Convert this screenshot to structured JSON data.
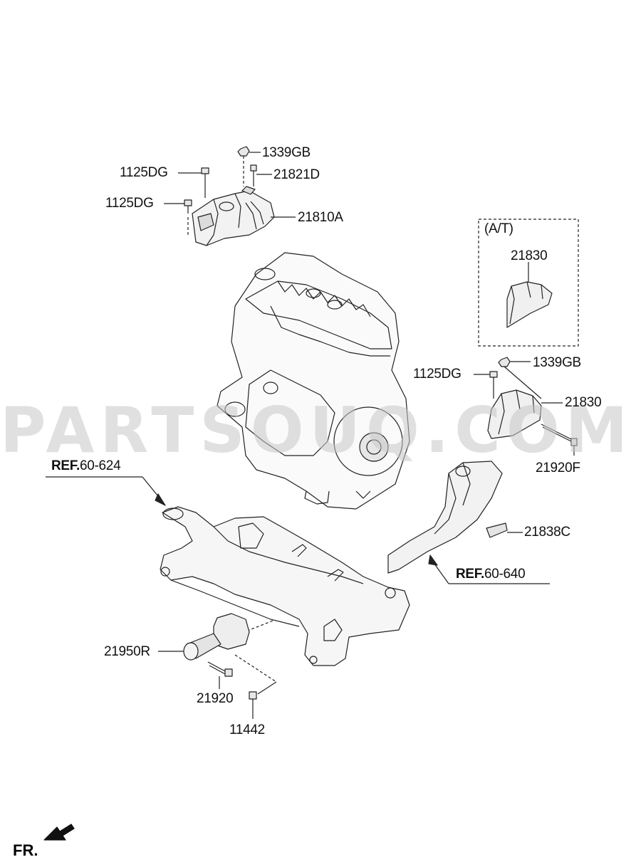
{
  "watermark": "PARTSOUQ.COM",
  "direction_label": "FR.",
  "at_box_label": "(A/T)",
  "labels": {
    "p1339GB_top": "1339GB",
    "p21821D": "21821D",
    "p1125DG_a": "1125DG",
    "p1125DG_b": "1125DG",
    "p21810A": "21810A",
    "p21830_box": "21830",
    "p1125DG_c": "1125DG",
    "p1339GB_right": "1339GB",
    "p21830": "21830",
    "p21920F": "21920F",
    "p21838C": "21838C",
    "p21950R": "21950R",
    "p21920": "21920",
    "p11442": "11442"
  },
  "refs": {
    "ref_624_prefix": "REF.",
    "ref_624_number": "60-624",
    "ref_640_prefix": "REF.",
    "ref_640_number": "60-640"
  }
}
